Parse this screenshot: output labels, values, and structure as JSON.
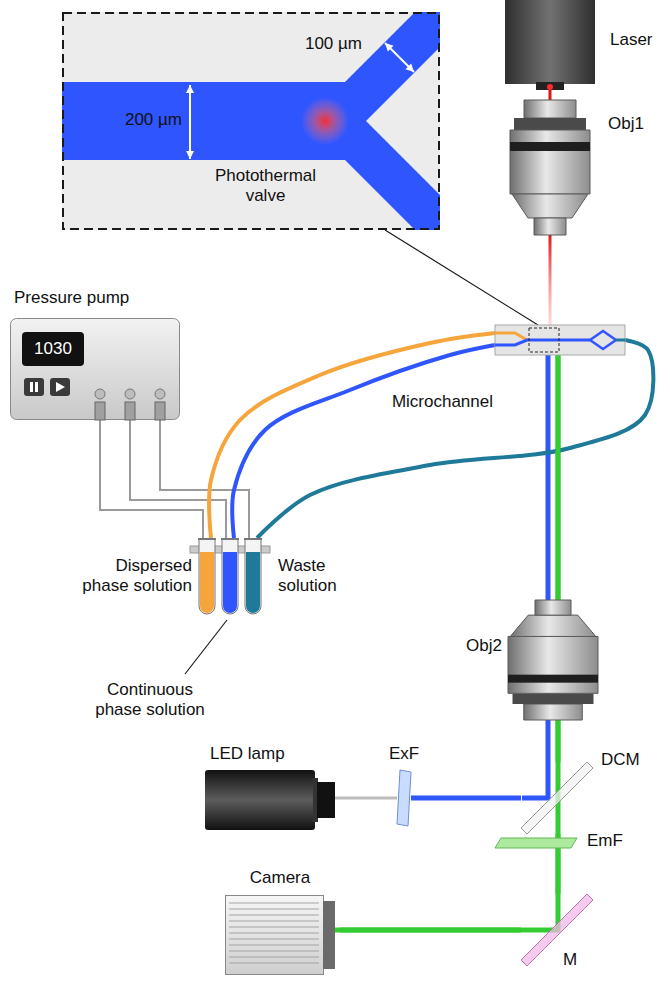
{
  "diagram": {
    "nodes": [
      {
        "text": [
          "Laser"
        ]
      },
      {
        "text": [
          "Obj1"
        ]
      },
      {
        "text": [
          "200 µm",
          "100 µm",
          "Photothermal valve"
        ]
      },
      {
        "text": [
          "Microchannel"
        ]
      },
      {
        "text": [
          "Pressure pump",
          "1030"
        ]
      },
      {
        "text": [
          "Dispersed phase solution"
        ]
      },
      {
        "text": [
          "Continuous phase solution"
        ]
      },
      {
        "text": [
          "Waste solution"
        ]
      },
      {
        "text": [
          "Obj2"
        ]
      },
      {
        "text": [
          "LED lamp"
        ]
      },
      {
        "text": [
          "ExF"
        ]
      },
      {
        "text": [
          "DCM"
        ]
      },
      {
        "text": [
          "EmF"
        ]
      },
      {
        "text": [
          "M"
        ]
      },
      {
        "text": [
          "Camera"
        ]
      }
    ],
    "edges": [
      {
        "from": 0,
        "to": 1,
        "arrow": "none"
      },
      {
        "from": 1,
        "to": 3,
        "arrow": "none"
      },
      {
        "from": 2,
        "to": 3,
        "arrow": "none"
      },
      {
        "from": 4,
        "to": 5,
        "arrow": "none"
      },
      {
        "from": 4,
        "to": 6,
        "arrow": "none"
      },
      {
        "from": 4,
        "to": 7,
        "arrow": "none"
      },
      {
        "from": 5,
        "to": 3,
        "arrow": "none"
      },
      {
        "from": 6,
        "to": 3,
        "arrow": "none"
      },
      {
        "from": 3,
        "to": 7,
        "arrow": "none"
      },
      {
        "from": 3,
        "to": 8,
        "arrow": "none"
      },
      {
        "from": 8,
        "to": 11,
        "arrow": "none"
      },
      {
        "from": 9,
        "to": 10,
        "arrow": "none"
      },
      {
        "from": 10,
        "to": 11,
        "arrow": "none"
      },
      {
        "from": 11,
        "to": 12,
        "arrow": "none"
      },
      {
        "from": 12,
        "to": 13,
        "arrow": "none"
      },
      {
        "from": 13,
        "to": 14,
        "arrow": "none"
      }
    ]
  }
}
